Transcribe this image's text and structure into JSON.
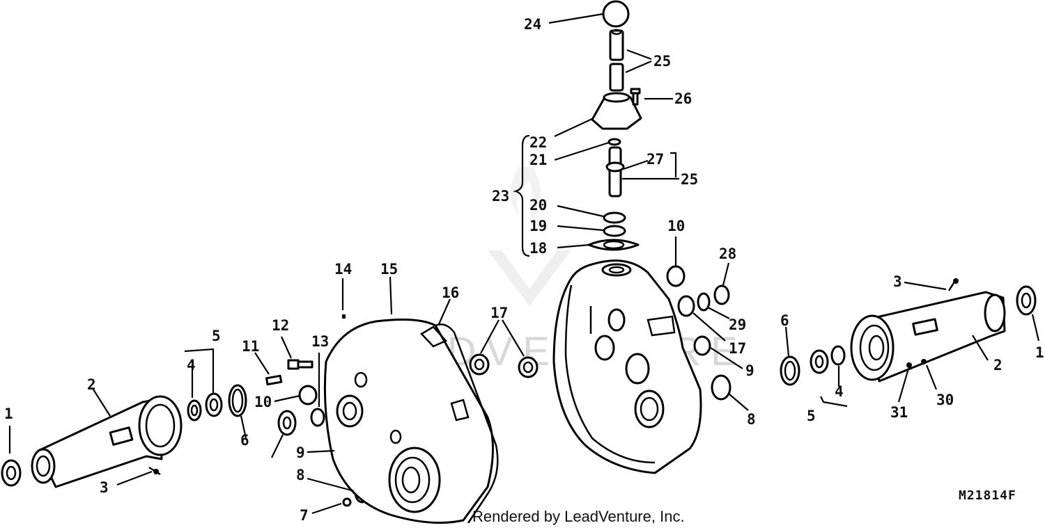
{
  "watermark": "LEADVENTURE",
  "figure_code": "M21814F",
  "credit": "Rendered by LeadVenture, Inc.",
  "callouts": [
    "1",
    "2",
    "3",
    "4",
    "5",
    "6",
    "7",
    "8",
    "9",
    "10",
    "11",
    "12",
    "13",
    "14",
    "15",
    "16",
    "17",
    "18",
    "19",
    "20",
    "21",
    "22",
    "23",
    "24",
    "25",
    "26",
    "27",
    "28",
    "29",
    "30",
    "31"
  ]
}
